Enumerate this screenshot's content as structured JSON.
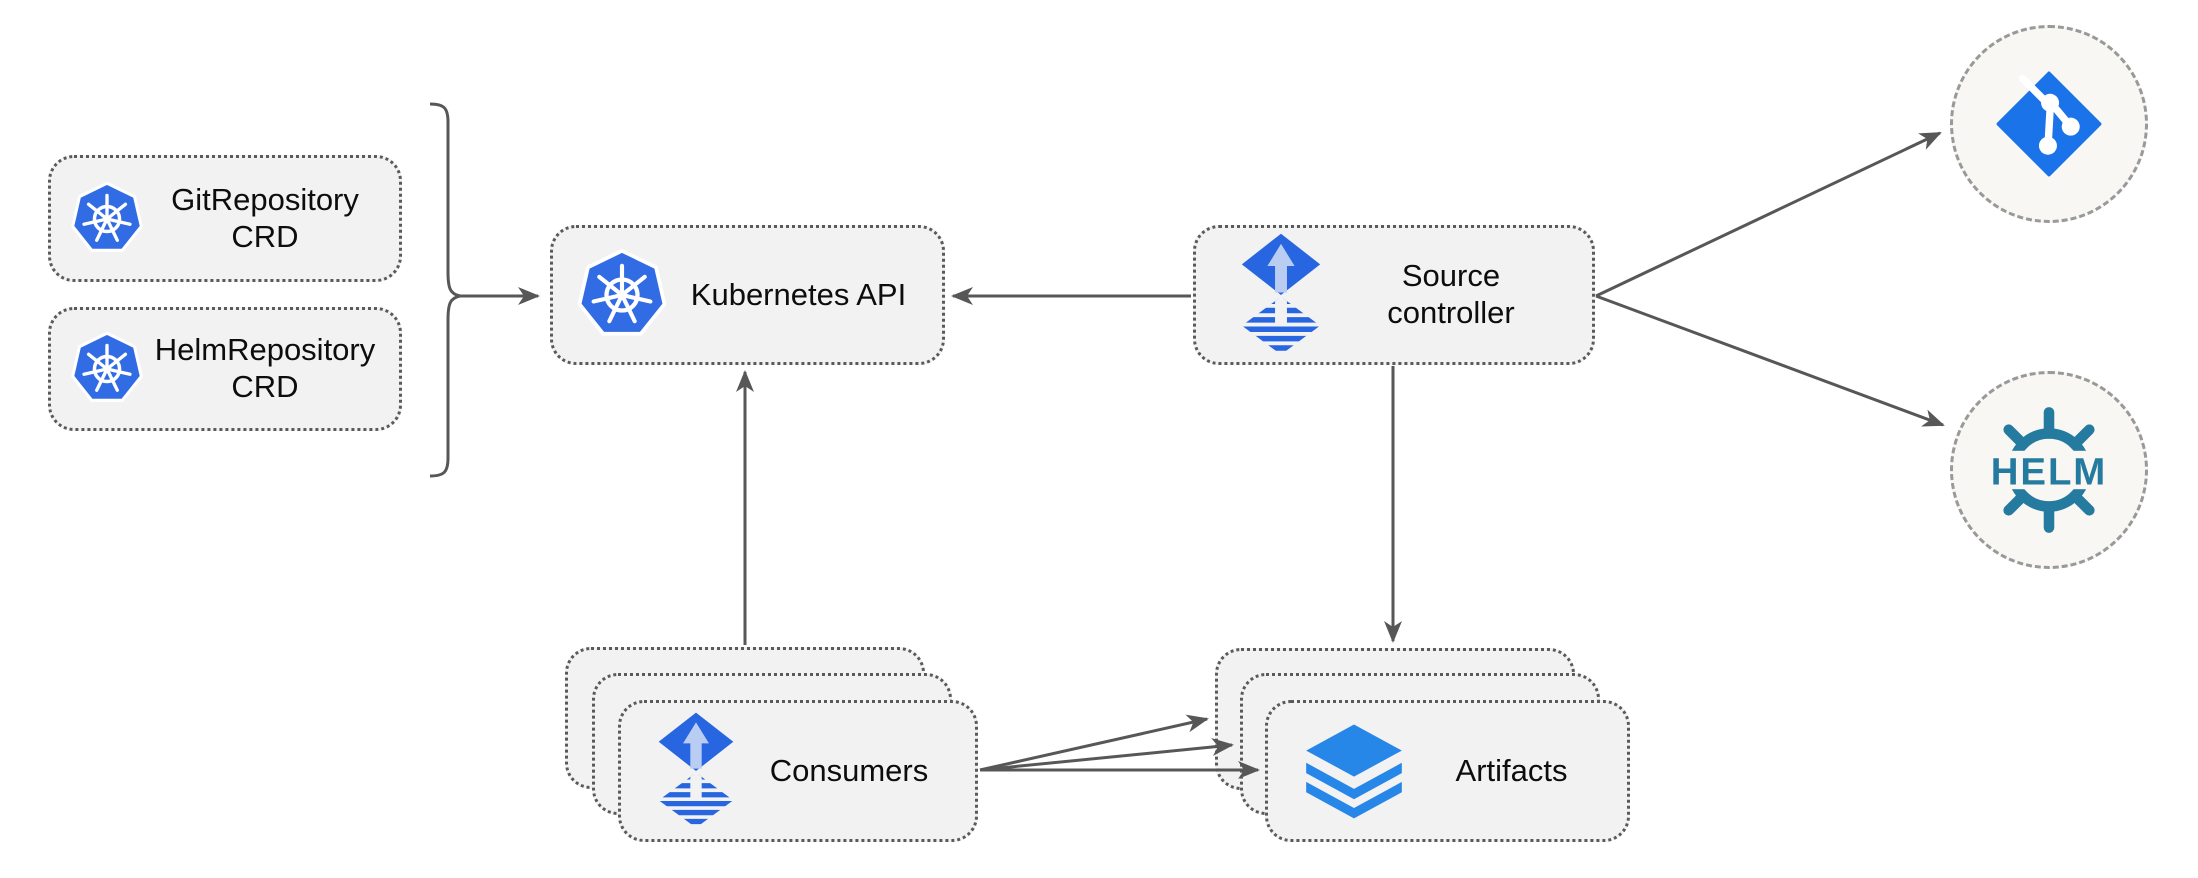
{
  "diagram": {
    "nodes": {
      "git_repository_crd": {
        "line1": "GitRepository",
        "line2": "CRD"
      },
      "helm_repository_crd": {
        "line1": "HelmRepository",
        "line2": "CRD"
      },
      "kubernetes_api": {
        "label": "Kubernetes API"
      },
      "source_controller": {
        "line1": "Source",
        "line2": "controller"
      },
      "consumers": {
        "label": "Consumers",
        "stack_count": 3
      },
      "artifacts": {
        "label": "Artifacts",
        "stack_count": 3
      },
      "git_remote": {
        "icon": "git-icon"
      },
      "helm_remote": {
        "icon": "helm-icon",
        "label": "HELM"
      }
    },
    "edges": [
      {
        "from": "git_repository_crd & helm_repository_crd",
        "to": "kubernetes_api",
        "style": "bracket-then-arrow"
      },
      {
        "from": "source_controller",
        "to": "kubernetes_api"
      },
      {
        "from": "consumers",
        "to": "kubernetes_api"
      },
      {
        "from": "source_controller",
        "to": "artifacts"
      },
      {
        "from": "consumers",
        "to": "artifacts",
        "arrow_count": 3
      },
      {
        "from": "source_controller",
        "to": "git_remote"
      },
      {
        "from": "source_controller",
        "to": "helm_remote"
      }
    ],
    "colors": {
      "box_fill": "#f2f2f2",
      "box_border": "#5a5a5a",
      "circle_fill": "#f8f7f3",
      "circle_border": "#999999",
      "arrow": "#575757",
      "kubernetes_blue": "#326ce5",
      "flux_blue": "#2766e0",
      "flux_arrow_light": "#b9cdf2",
      "artifacts_blue": "#2787e8",
      "git_blue": "#1a73e8",
      "helm_teal": "#257a9f",
      "text": "#0d0d0d"
    }
  }
}
